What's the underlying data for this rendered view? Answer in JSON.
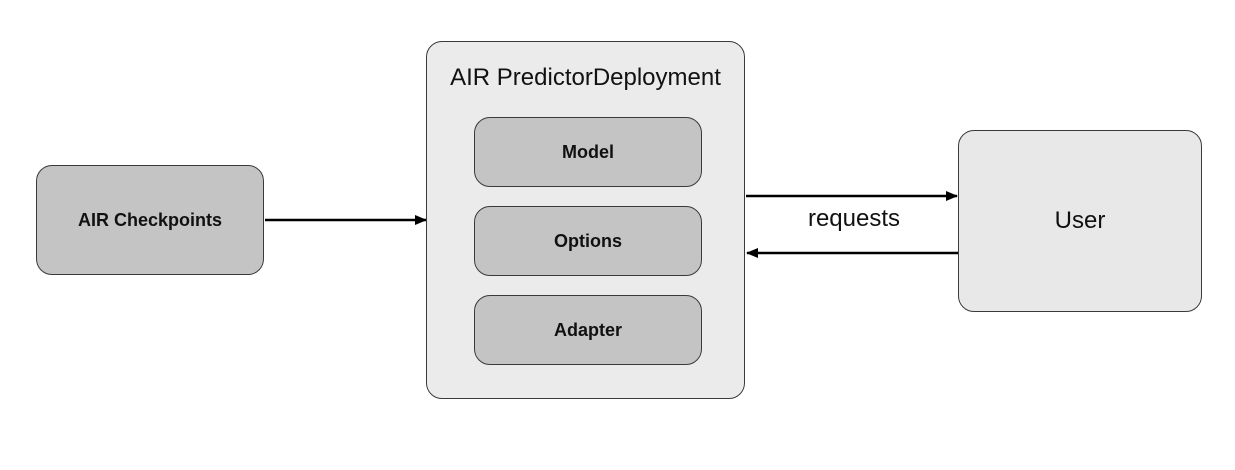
{
  "diagram": {
    "checkpoints": {
      "label": "AIR Checkpoints"
    },
    "deployment": {
      "title": "AIR PredictorDeployment",
      "components": [
        {
          "label": "Model"
        },
        {
          "label": "Options"
        },
        {
          "label": "Adapter"
        }
      ]
    },
    "user": {
      "label": "User"
    },
    "edges": [
      {
        "from": "checkpoints",
        "to": "deployment",
        "label": ""
      },
      {
        "from": "deployment",
        "to": "user",
        "label": "requests"
      },
      {
        "from": "user",
        "to": "deployment",
        "label": ""
      }
    ],
    "colors": {
      "node_fill": "#c4c4c4",
      "container_fill": "#ebebeb",
      "user_fill": "#e8e8e8",
      "stroke": "#000000"
    }
  }
}
